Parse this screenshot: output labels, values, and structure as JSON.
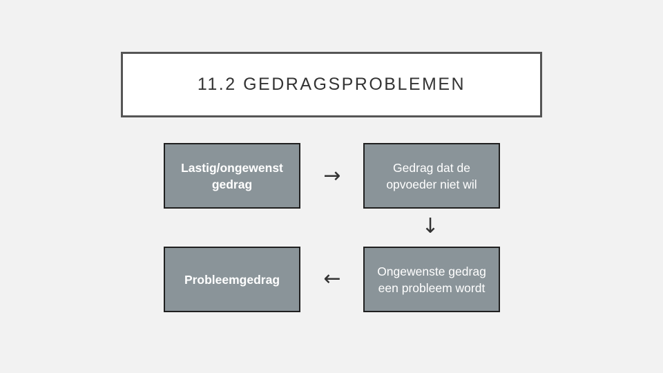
{
  "title": "11.2 GEDRAGSPROBLEMEN",
  "nodes": {
    "lastig": "Lastig/ongewenst gedrag",
    "gedrag": "Gedrag dat de opvoeder niet wil",
    "ongewenst": "Ongewenste gedrag een probleem wordt",
    "probleem": "Probleemgedrag"
  },
  "arrows": {
    "right": "→",
    "down": "↓",
    "left": "←"
  },
  "colors": {
    "background": "#f2f2f2",
    "node_fill": "#8a9499",
    "node_border": "#1f1f1f",
    "title_border": "#555555",
    "node_text": "#ffffff"
  }
}
